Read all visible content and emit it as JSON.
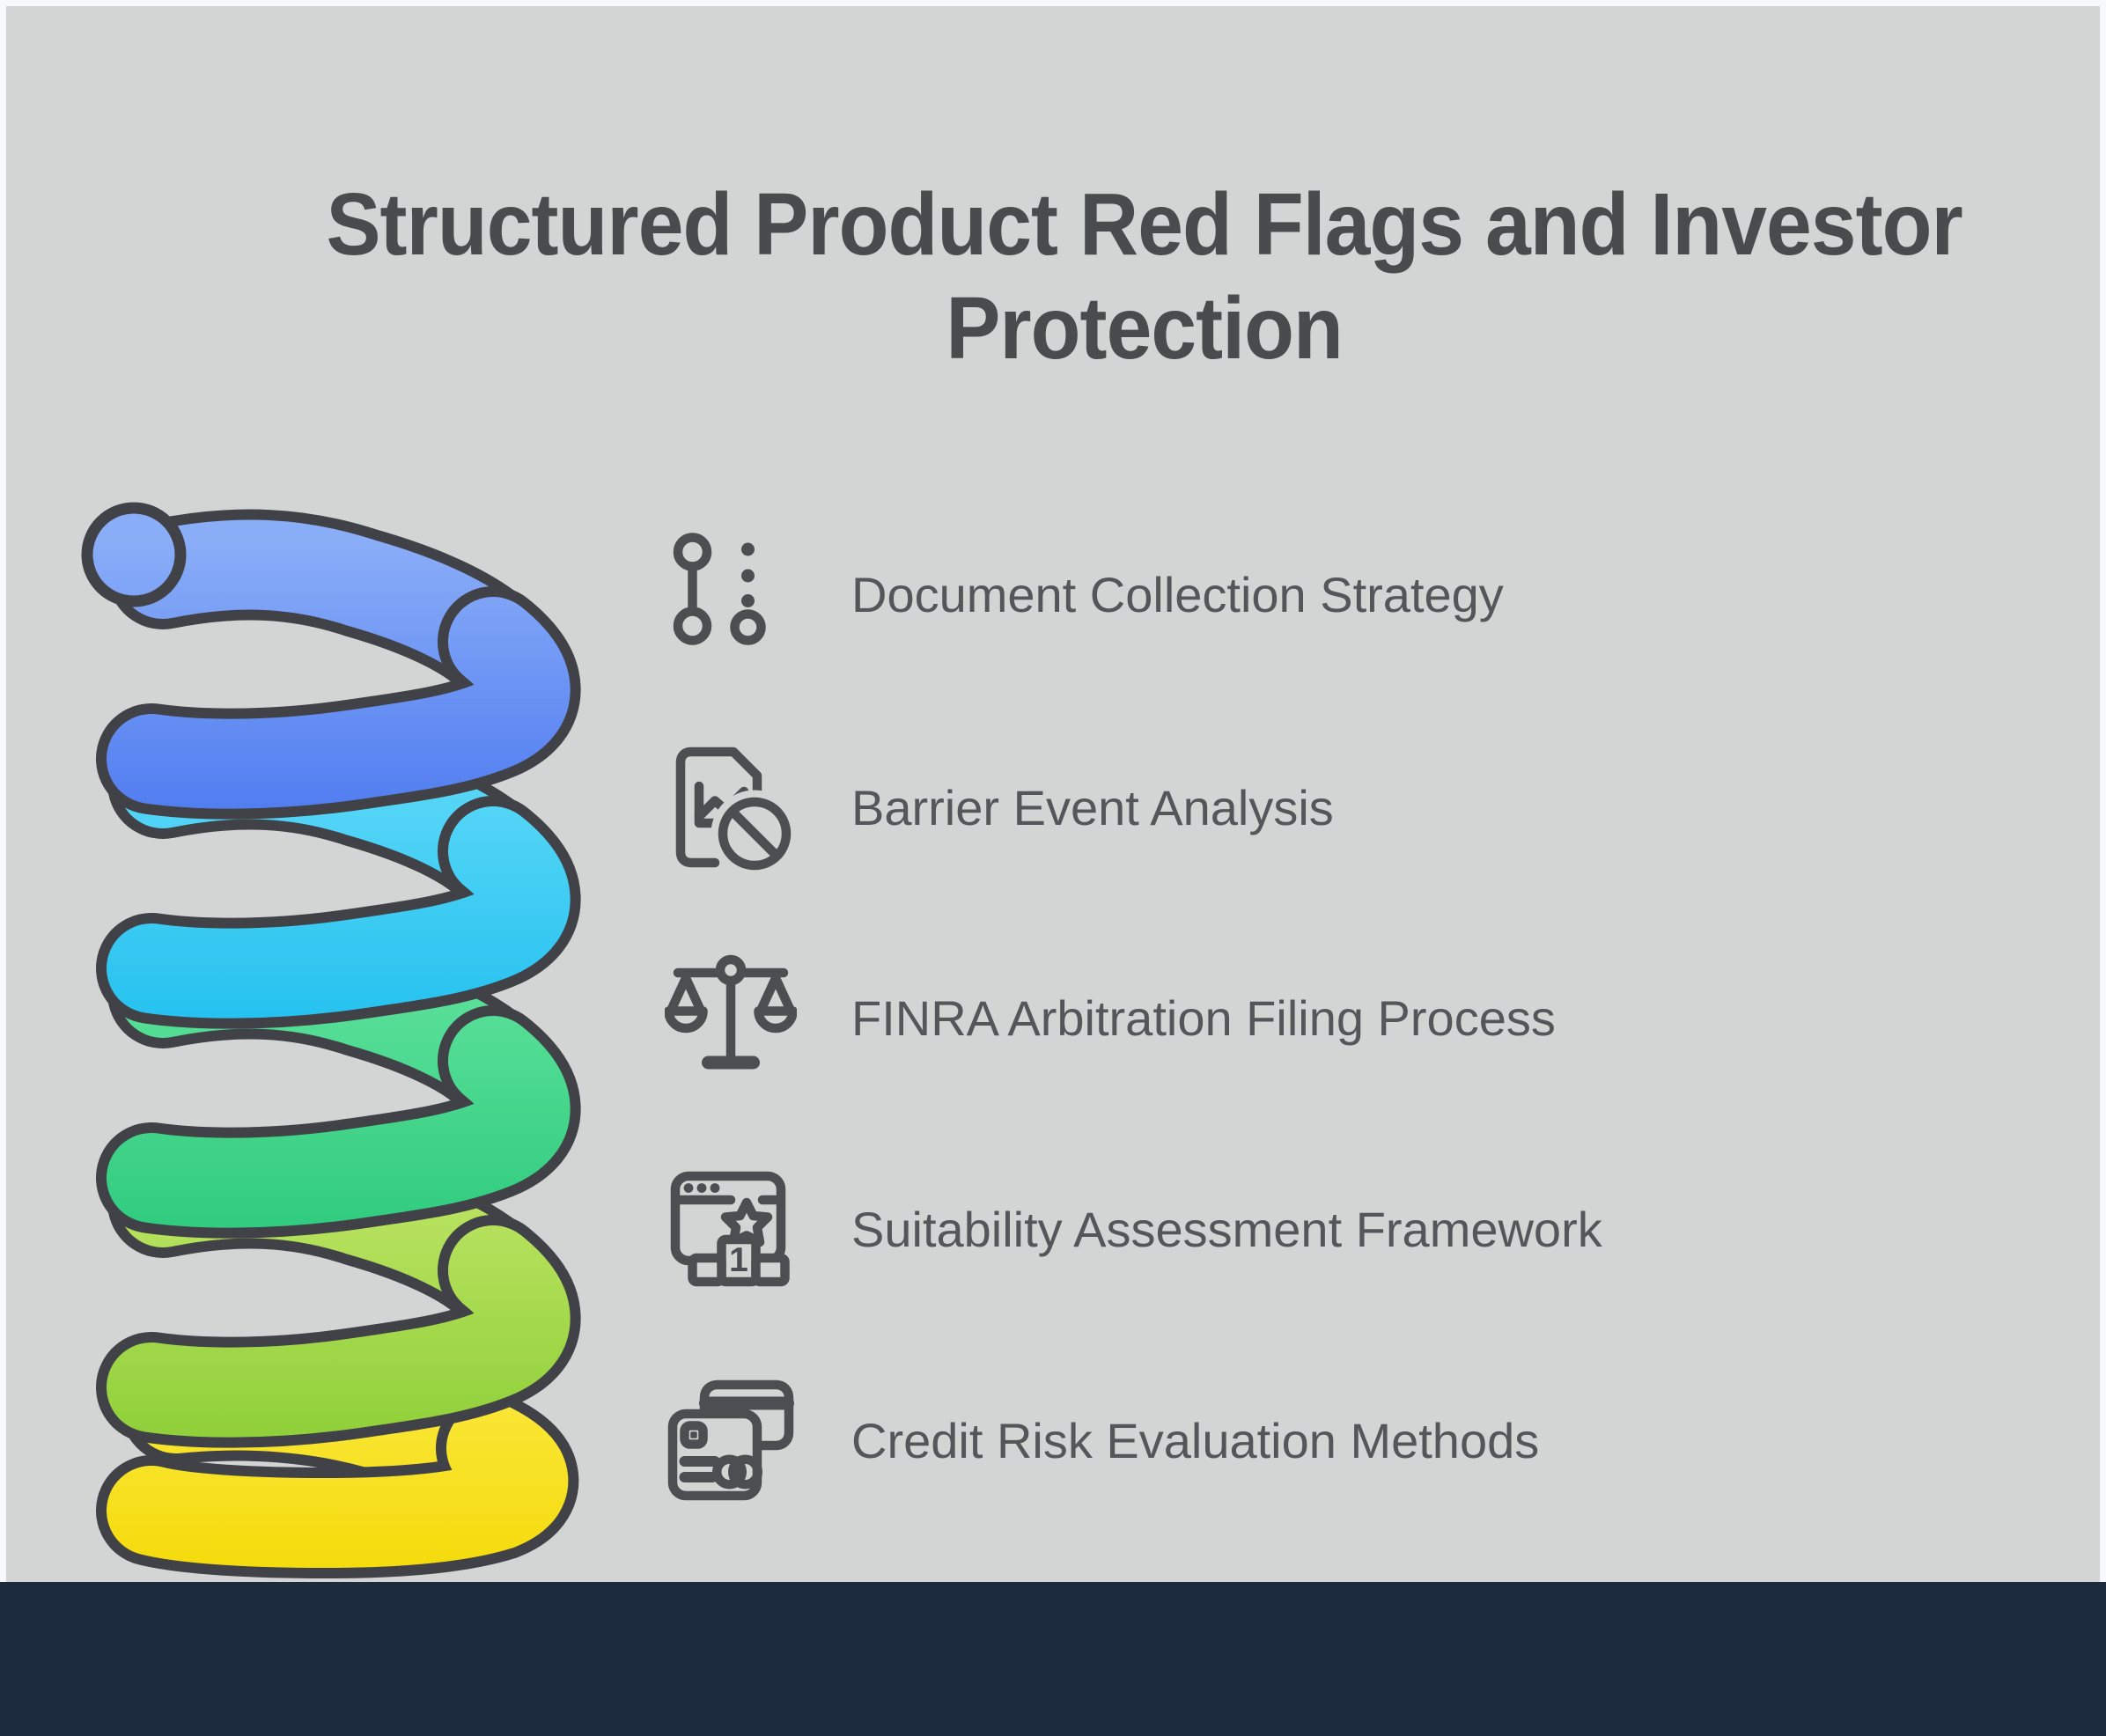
{
  "header": {
    "title_lines": [
      "Structured Product Red Flags and Investor",
      "Protection"
    ]
  },
  "items": [
    {
      "label": "Document Collection Strategy",
      "icon": "milestones-icon"
    },
    {
      "label": "Barrier Event Analysis",
      "icon": "chart-document-ban-icon"
    },
    {
      "label": "FINRA Arbitration Filing Process",
      "icon": "scales-icon"
    },
    {
      "label": "Suitability Assessment Framework",
      "icon": "ranking-window-icon",
      "icon_digit": "1"
    },
    {
      "label": "Credit Risk Evaluation Methods",
      "icon": "credit-cards-icon"
    }
  ],
  "theme": {
    "frame_bg": "#f7f8fa",
    "panel_bg": "#d3d4d4",
    "footer_bg": "#1c2b3e",
    "title_color": "#4a4b4d",
    "label_color": "#55565a",
    "icon_color": "#4d4e52"
  },
  "spiral": {
    "outline": "#414247",
    "coils": [
      {
        "name": "blue",
        "from": "#8aadf8",
        "to": "#4f7cf0"
      },
      {
        "name": "cyan",
        "from": "#5fd9f8",
        "to": "#24c1ef"
      },
      {
        "name": "green",
        "from": "#5fe29c",
        "to": "#2fcb7e"
      },
      {
        "name": "lime",
        "from": "#bfe565",
        "to": "#8ecf38"
      },
      {
        "name": "yellow",
        "from": "#fcea45",
        "to": "#f4da08"
      }
    ]
  }
}
